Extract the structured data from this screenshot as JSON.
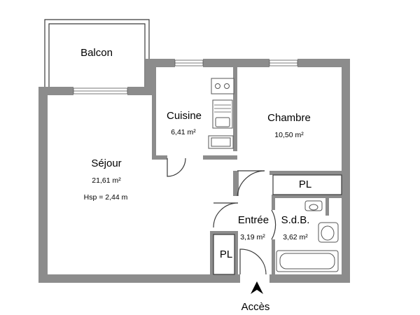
{
  "plan": {
    "rooms": [
      {
        "name": "Balcon",
        "area": ""
      },
      {
        "name": "Cuisine",
        "area": "6,41 m²"
      },
      {
        "name": "Chambre",
        "area": "10,50 m²"
      },
      {
        "name": "Séjour",
        "area": "21,61 m²",
        "height_note": "Hsp = 2,44 m"
      },
      {
        "name": "Entrée",
        "area": "3,19 m²"
      },
      {
        "name": "S.d.B.",
        "area": "3,62 m²"
      }
    ],
    "storage": [
      "PL",
      "PL"
    ],
    "access_label": "Accès",
    "colors": {
      "wall": "#8c8c8c",
      "line": "#3a3a3a",
      "background": "#ffffff"
    }
  }
}
